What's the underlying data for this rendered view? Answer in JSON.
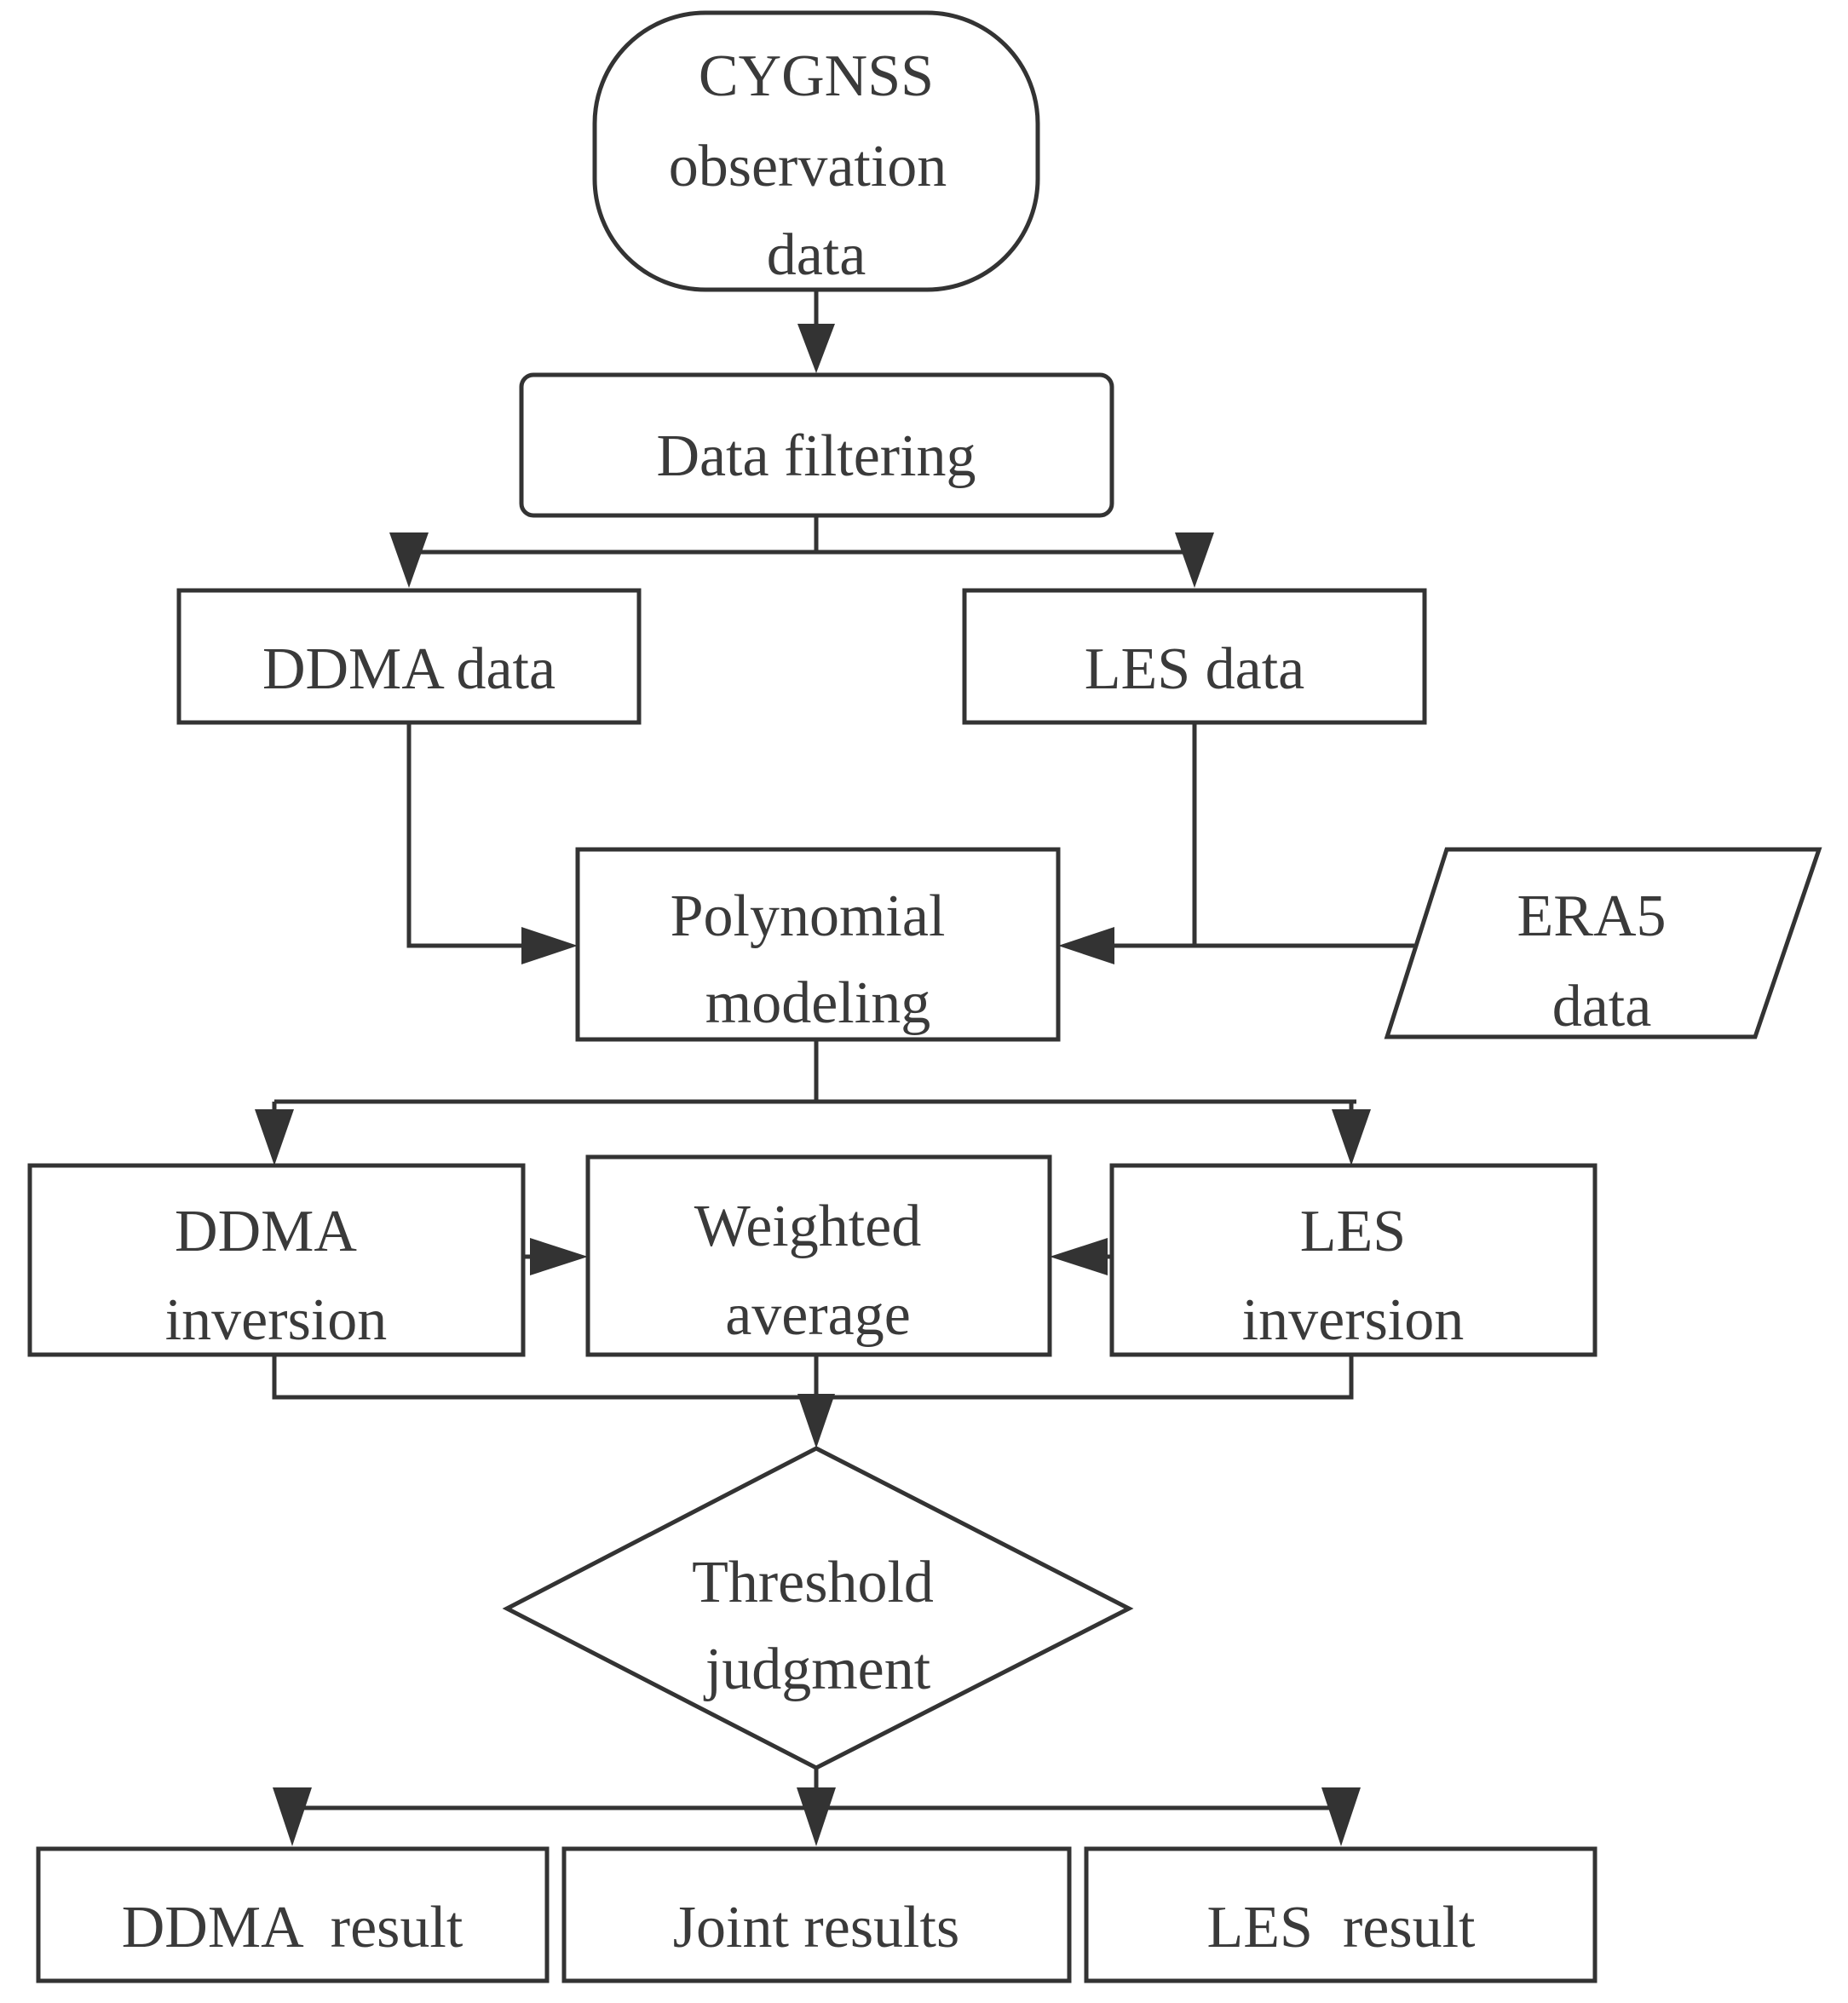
{
  "diagram": {
    "colors": {
      "stroke": "#333333",
      "text": "#3a3a3a",
      "background": "#ffffff"
    },
    "nodes": {
      "cygnss": {
        "shape": "terminator",
        "lines": [
          "CYGNSS",
          "observation",
          "data"
        ]
      },
      "filtering": {
        "shape": "process",
        "lines": [
          "Data filtering"
        ]
      },
      "ddma_data": {
        "shape": "process",
        "lines": [
          "DDMA data"
        ]
      },
      "les_data": {
        "shape": "process",
        "lines": [
          "LES data"
        ]
      },
      "poly": {
        "shape": "process",
        "lines": [
          "Polynomial",
          "modeling"
        ]
      },
      "era5": {
        "shape": "data",
        "lines": [
          "ERA5",
          "data"
        ]
      },
      "ddma_inv": {
        "shape": "process",
        "lines": [
          "DDMA",
          "inversion"
        ]
      },
      "weighted": {
        "shape": "process",
        "lines": [
          "Weighted",
          "average"
        ]
      },
      "les_inv": {
        "shape": "process",
        "lines": [
          "LES",
          "inversion"
        ]
      },
      "threshold": {
        "shape": "decision",
        "lines": [
          "Threshold",
          "judgment"
        ]
      },
      "ddma_res": {
        "shape": "process",
        "lines": [
          "DDMA  result"
        ]
      },
      "joint_res": {
        "shape": "process",
        "lines": [
          "Joint results"
        ]
      },
      "les_res": {
        "shape": "process",
        "lines": [
          "LES  result"
        ]
      }
    },
    "edges": [
      {
        "from": "cygnss",
        "to": "filtering"
      },
      {
        "from": "filtering",
        "to": "ddma_data"
      },
      {
        "from": "filtering",
        "to": "les_data"
      },
      {
        "from": "ddma_data",
        "to": "poly"
      },
      {
        "from": "les_data",
        "to": "poly"
      },
      {
        "from": "era5",
        "to": "poly"
      },
      {
        "from": "poly",
        "to": "ddma_inv"
      },
      {
        "from": "poly",
        "to": "les_inv"
      },
      {
        "from": "ddma_inv",
        "to": "weighted"
      },
      {
        "from": "les_inv",
        "to": "weighted"
      },
      {
        "from": "ddma_inv",
        "to": "threshold"
      },
      {
        "from": "weighted",
        "to": "threshold"
      },
      {
        "from": "les_inv",
        "to": "threshold"
      },
      {
        "from": "threshold",
        "to": "ddma_res"
      },
      {
        "from": "threshold",
        "to": "joint_res"
      },
      {
        "from": "threshold",
        "to": "les_res"
      }
    ]
  }
}
